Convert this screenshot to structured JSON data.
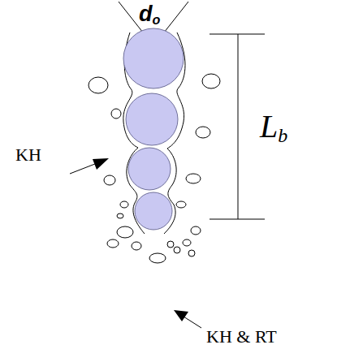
{
  "diagram": {
    "labels": [
      "do",
      "KH",
      "Lb",
      "KH & RT"
    ]
  }
}
